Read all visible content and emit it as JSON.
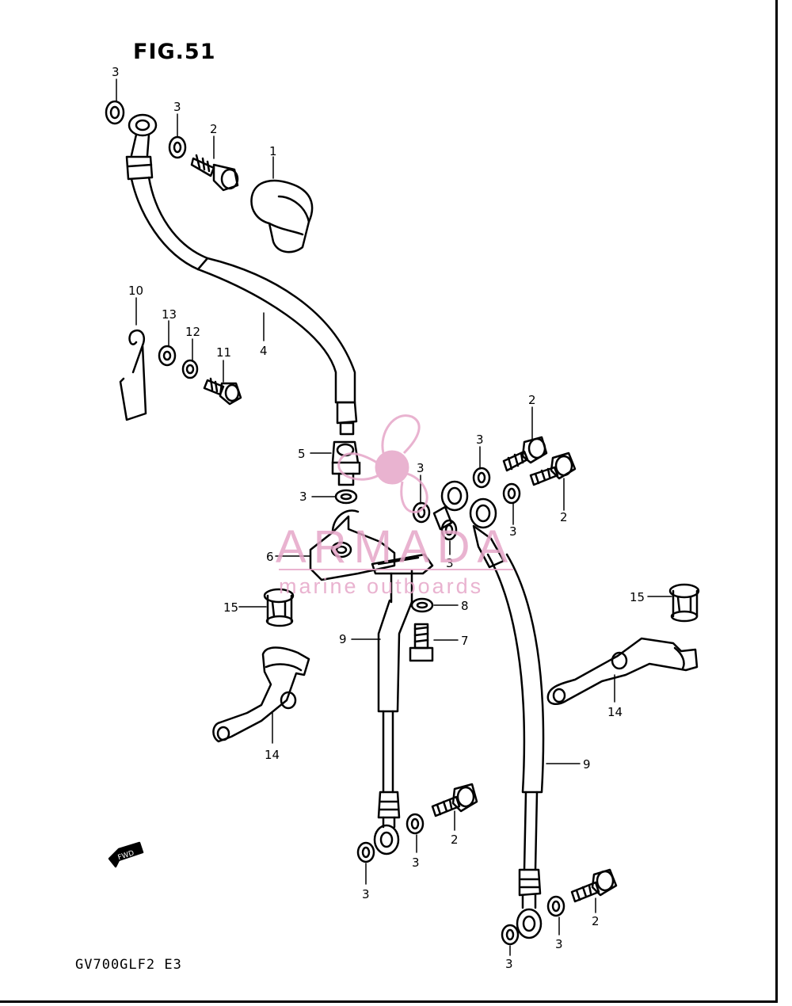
{
  "figure": {
    "title": "FIG.51",
    "model_code": "GV700GLF2  E3",
    "fwd_label": "FWD"
  },
  "watermark": {
    "brand": "ARMADA",
    "tagline": "marine outboards",
    "color": "#e6a6c8"
  },
  "callouts": {
    "c1": "1",
    "c2a": "2",
    "c2b": "2",
    "c2c": "2",
    "c2d": "2",
    "c2e": "2",
    "c3a": "3",
    "c3b": "3",
    "c3c": "3",
    "c3d": "3",
    "c3e": "3",
    "c3f": "3",
    "c3g": "3",
    "c3h": "3",
    "c3i": "3",
    "c3j": "3",
    "c3k": "3",
    "c4": "4",
    "c5": "5",
    "c6": "6",
    "c7": "7",
    "c8": "8",
    "c9a": "9",
    "c9b": "9",
    "c10": "10",
    "c11": "11",
    "c12": "12",
    "c13": "13",
    "c14a": "14",
    "c14b": "14",
    "c15a": "15",
    "c15b": "15"
  }
}
